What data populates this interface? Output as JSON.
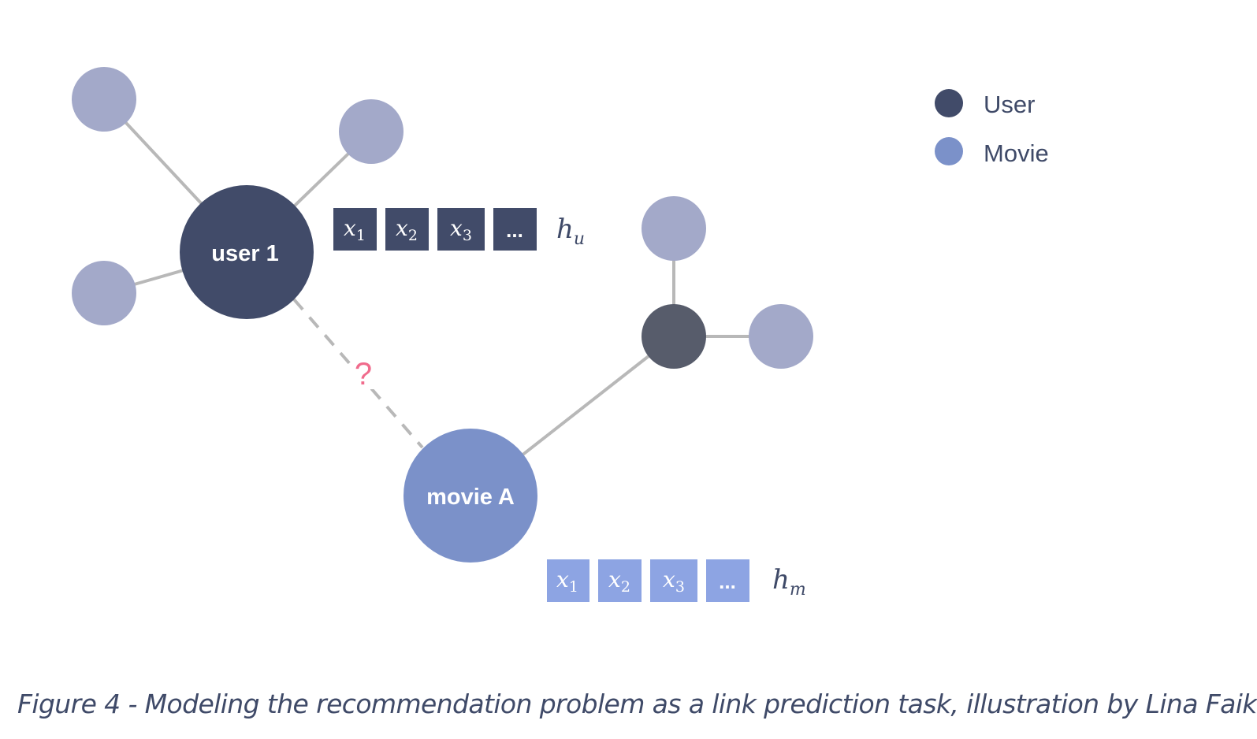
{
  "colors": {
    "user": "#414b69",
    "movie": "#7b91c9",
    "neighbor": "#a3a9c9",
    "hidden_user": "#575c6b",
    "edge": "#b8b8b8",
    "question": "#f06b8c",
    "movie_features": "#8da4e3"
  },
  "nodes": {
    "user1_label": "user 1",
    "movieA_label": "movie A"
  },
  "link": {
    "question_mark": "?"
  },
  "legend": {
    "items": [
      {
        "label": "User",
        "color": "#414b69"
      },
      {
        "label": "Movie",
        "color": "#7b91c9"
      }
    ]
  },
  "user_features": {
    "cells": [
      {
        "symbol": "x",
        "sub": "1"
      },
      {
        "symbol": "x",
        "sub": "2"
      },
      {
        "symbol": "x",
        "sub": "3"
      },
      {
        "symbol": "..."
      }
    ],
    "h_symbol": "h",
    "h_sub": "u"
  },
  "movie_features": {
    "cells": [
      {
        "symbol": "x",
        "sub": "1"
      },
      {
        "symbol": "x",
        "sub": "2"
      },
      {
        "symbol": "x",
        "sub": "3"
      },
      {
        "symbol": "..."
      }
    ],
    "h_symbol": "h",
    "h_sub": "m"
  },
  "caption": "Figure 4 - Modeling the recommendation problem as a link prediction task, illustration by Lina Faik"
}
